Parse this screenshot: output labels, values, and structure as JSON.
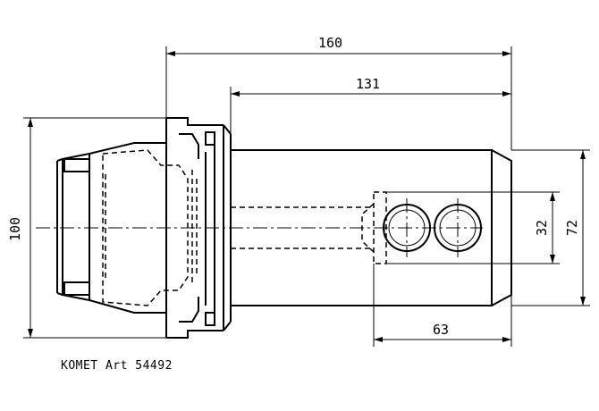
{
  "dimensions": {
    "overall_length": "160",
    "body_length": "131",
    "flange_diameter": "100",
    "bore_diameter": "32",
    "body_diameter": "72",
    "head_length": "63"
  },
  "caption": "KOMET Art 54492"
}
